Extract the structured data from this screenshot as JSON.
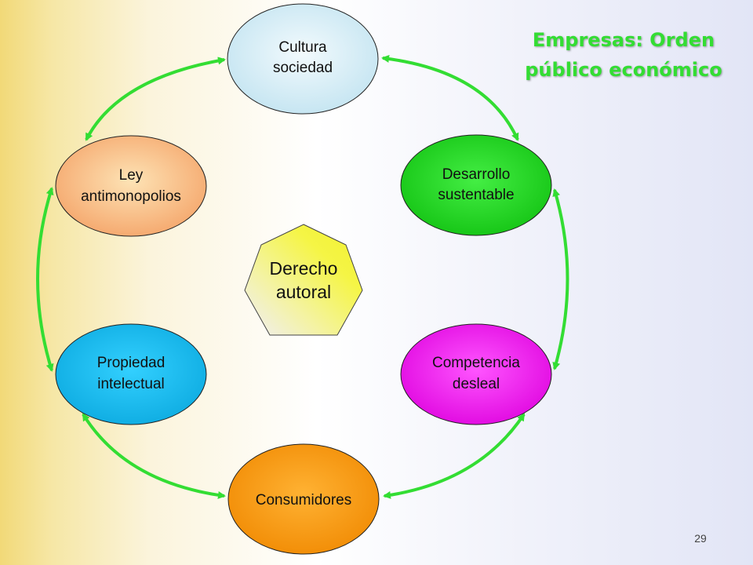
{
  "title": {
    "line1": "Empresas: Orden",
    "line2": "público económico"
  },
  "nodes": {
    "cultura": {
      "line1": "Cultura",
      "line2": "sociedad",
      "color": "#d9eef7"
    },
    "desarrollo": {
      "line1": "Desarrollo",
      "line2": "sustentable",
      "color": "#22d622"
    },
    "competencia": {
      "line1": "Competencia",
      "line2": "desleal",
      "color": "#ee22ee"
    },
    "consumidores": {
      "line1": "Consumidores",
      "color": "#ff9900"
    },
    "propiedad": {
      "line1": "Propiedad",
      "line2": "intelectual",
      "color": "#11bbee"
    },
    "ley": {
      "line1": "Ley",
      "line2": "antimonopolios",
      "color": "#f7b27a"
    }
  },
  "center": {
    "line1": "Derecho",
    "line2": "autoral",
    "color": "#f5f560"
  },
  "arrow_color": "#33dd33",
  "page_number": "29"
}
